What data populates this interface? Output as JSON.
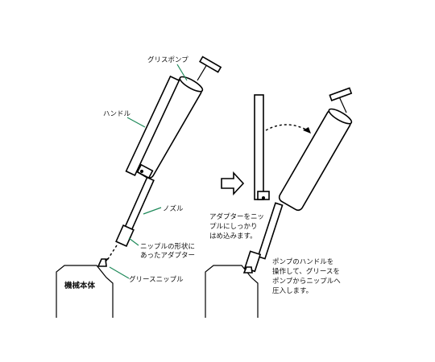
{
  "labels": {
    "grease_pump": "グリスポンプ",
    "handle": "ハンドル",
    "nozzle": "ノズル",
    "adapter_line1": "ニップルの形状に",
    "adapter_line2": "あったアダプター",
    "grease_nipple": "グリースニップル",
    "machine_body": "機械本体",
    "step1_line1": "アダプターをニッ",
    "step1_line2": "プルにしっかり",
    "step1_line3": "はめ込みます。",
    "step2_line1": "ポンプのハンドルを",
    "step2_line2": "操作して、グリースを",
    "step2_line3": "ポンプからニップルへ",
    "step2_line4": "圧入します。"
  },
  "colors": {
    "leader": "#1f8a5a",
    "line": "#000000"
  },
  "icons": {
    "arrow": "right-arrow-icon"
  }
}
